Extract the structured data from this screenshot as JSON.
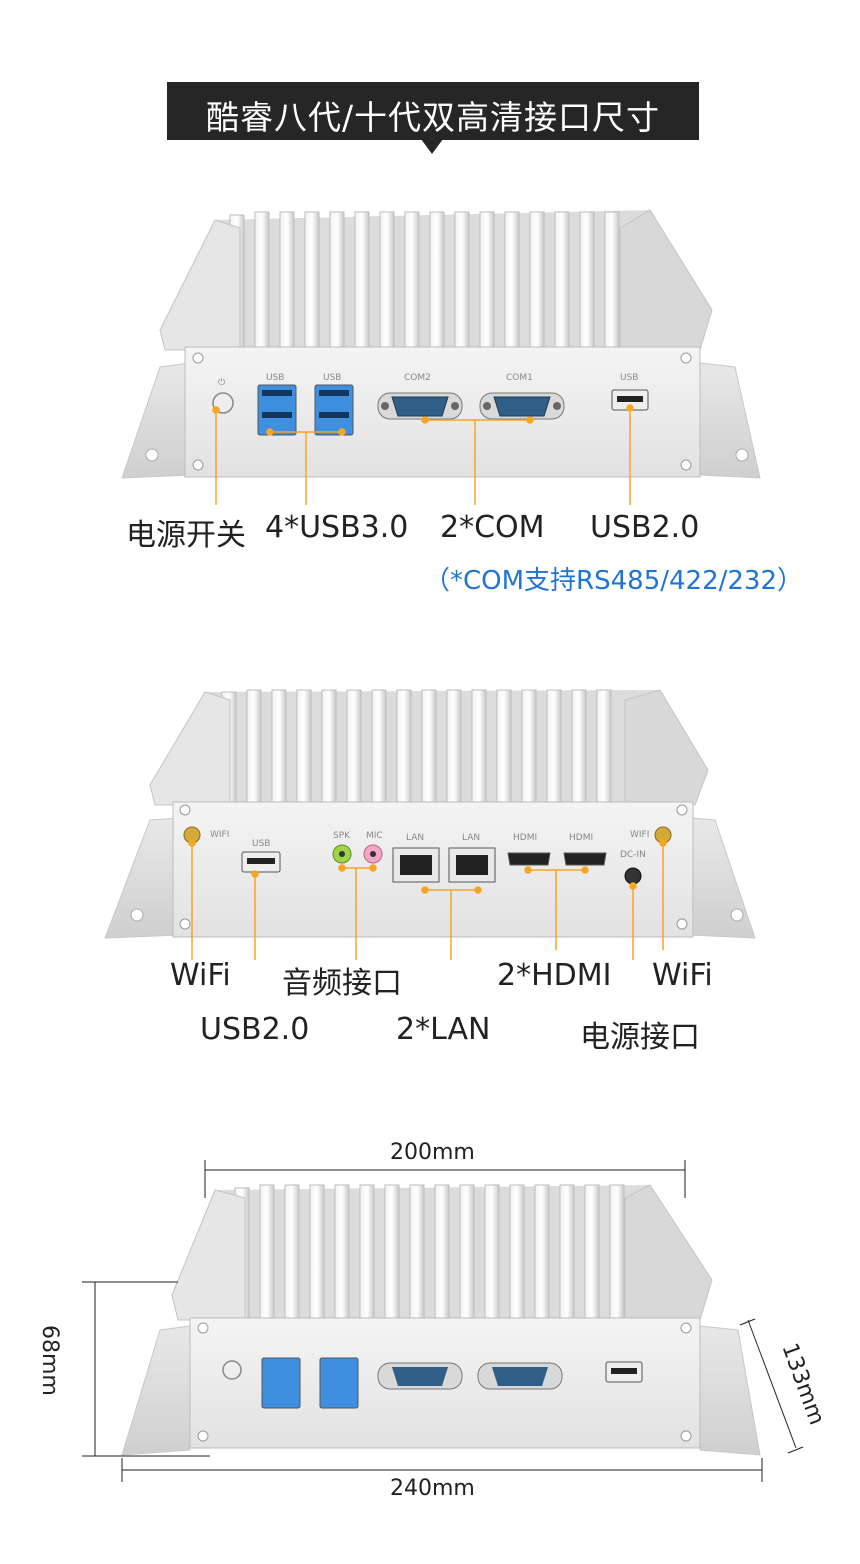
{
  "title": "酷睿八代/十代双高清接口尺寸",
  "front_panel": {
    "port_labels": {
      "usb_a": "USB",
      "usb_b": "USB",
      "com2": "COM2",
      "com1": "COM1",
      "usb_c": "USB"
    },
    "callouts": {
      "power_switch": "电源开关",
      "usb3": "4*USB3.0",
      "com": "2*COM",
      "usb2": "USB2.0"
    },
    "note": "（*COM支持RS485/422/232）"
  },
  "rear_panel": {
    "port_labels": {
      "wifi_l": "WIFI",
      "usb": "USB",
      "spk": "SPK",
      "mic": "MIC",
      "lan1": "LAN",
      "lan2": "LAN",
      "hdmi1": "HDMI",
      "hdmi2": "HDMI",
      "wifi_r": "WIFI",
      "dcin": "DC-IN"
    },
    "callouts": {
      "wifi_left": "WiFi",
      "usb2": "USB2.0",
      "audio": "音频接口",
      "lan": "2*LAN",
      "hdmi": "2*HDMI",
      "wifi_right": "WiFi",
      "power_port": "电源接口"
    }
  },
  "dimensions": {
    "width_top": "200mm",
    "height": "68mm",
    "depth": "133mm",
    "width_bottom": "240mm"
  },
  "colors": {
    "accent": "#f5a623",
    "note_blue": "#1f74d6",
    "title_bg": "#262626"
  }
}
